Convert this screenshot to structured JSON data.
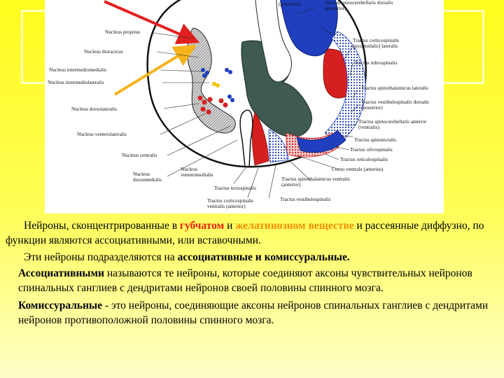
{
  "figure": {
    "labels_left": [
      "Nucleus proprius",
      "Nucleus thoracicus",
      "Nucleus intermediomedialis",
      "Nucleus intermediolateralis",
      "Nucleus dorsolateralis",
      "Nucleus venterolateralis",
      "Nucleus centralis",
      "Nucleus dorsomedialis"
    ],
    "labels_bottom": [
      "Nucleus venteromedialis",
      "Tractus tectospinalis",
      "Tractus corticospinalis ventralis (anterior)"
    ],
    "labels_right": [
      "(posterius)",
      "Tractus spinocerebellaris dorsalis (posterior)",
      "Tractus corticospinalis (pyramidalis) lateralis",
      "Tractus rubrospinalis",
      "Tractus spinothalamicus lateralis",
      "Tractus vestibulospinalis dorsalis (posterior)",
      "Tractus spinocerebellaris anterior (ventralis)",
      "Tractus spinotectalis",
      "Tractus olivospinalis",
      "Tractus reticulospinalis",
      "Cornu ventrale (anterius)",
      "Tractus spinothalamicus ventralis (anterior)",
      "Tractus vestibulospinalis"
    ],
    "colors": {
      "red_arrow": "#e32020",
      "yellow_arrow": "#f5b21a",
      "tract_blue": "#1f3fbf",
      "tract_red": "#d62020",
      "grey_matter": "#3e5a52"
    }
  },
  "text": {
    "p1_a": "Нейроны, сконцентрированные в ",
    "p1_red": "губчатом",
    "p1_b": " и ",
    "p1_orange": "желатинозном веществе",
    "p1_c": " и рассеянные диффузно, по функции являются ассоциативными, или вставочными.",
    "p2_a": "Эти нейроны подразделяются на ",
    "p2_bold": "ассоциативные и комиссуральные.",
    "bullet_mark": "",
    "b1_bold": "Ассоциативными",
    "b1_rest": " называются те нейроны, которые соединяют аксоны чувствительных нейронов спинальных ганглиев с дендритами нейронов своей половины спинного мозга.",
    "b2_bold": "Комиссуральные",
    "b2_rest": " - это нейроны, соединяющие аксоны нейронов спинальных ганглиев с дендритами нейронов противоположной половины спинного мозга."
  }
}
